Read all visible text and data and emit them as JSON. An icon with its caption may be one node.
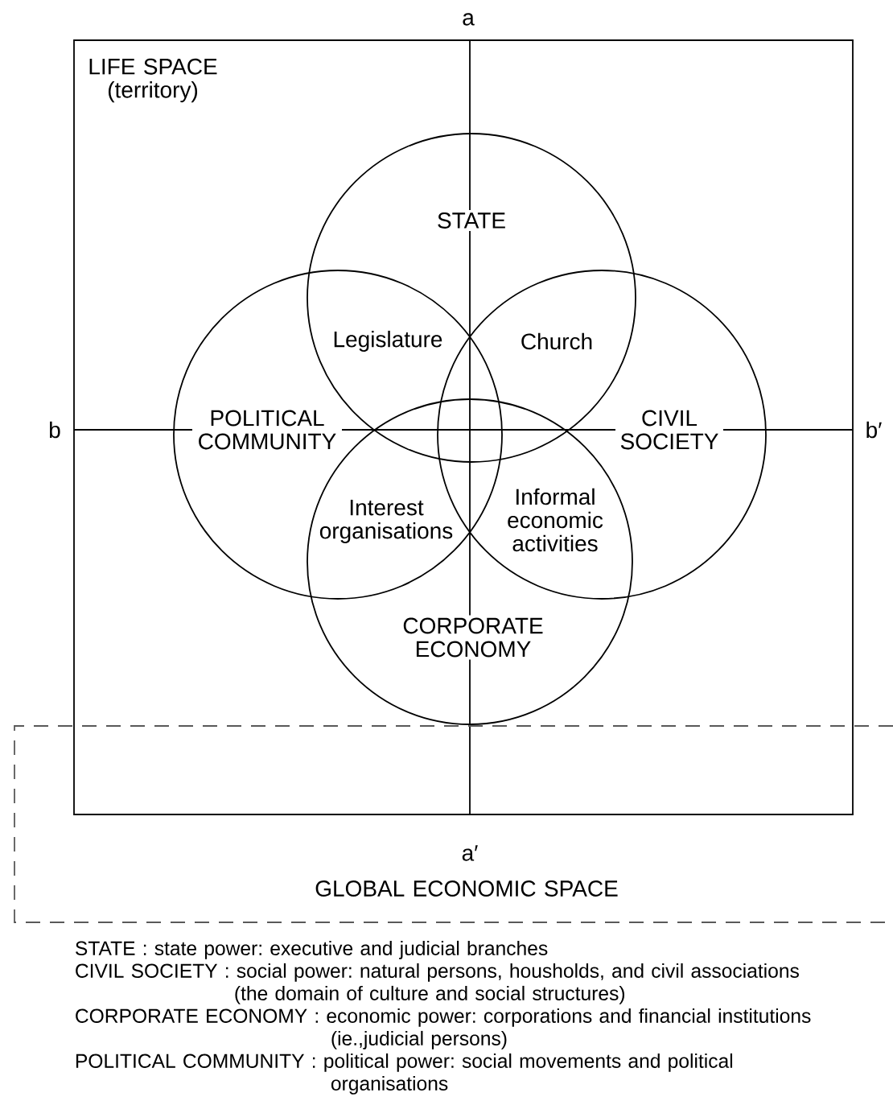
{
  "diagram": {
    "nodes": [
      {
        "text": [
          "LIFE SPACE (territory)"
        ]
      },
      {
        "text": [
          "GLOBAL ECONOMIC SPACE"
        ]
      },
      {
        "text": [
          "STATE"
        ],
        "in": 0
      },
      {
        "text": [
          "POLITICAL COMMUNITY"
        ],
        "in": 0
      },
      {
        "text": [
          "CIVIL SOCIETY"
        ],
        "in": 0
      },
      {
        "text": [
          "CORPORATE ECONOMY"
        ],
        "in": 0
      }
    ],
    "labels": [
      "a",
      "b",
      "b′",
      "Legislature",
      "Church",
      "Interest organisations",
      "Informal economic activities",
      "a′",
      "STATE : state power: executive and judicial branches",
      "CIVIL SOCIETY : social power: natural persons, housholds, and civil associations (the domain of culture and social structures)",
      "CORPORATE ECONOMY : economic power: corporations and financial institutions (ie.,judicial persons)",
      "POLITICAL COMMUNITY : political power: social movements and political organisations"
    ]
  }
}
